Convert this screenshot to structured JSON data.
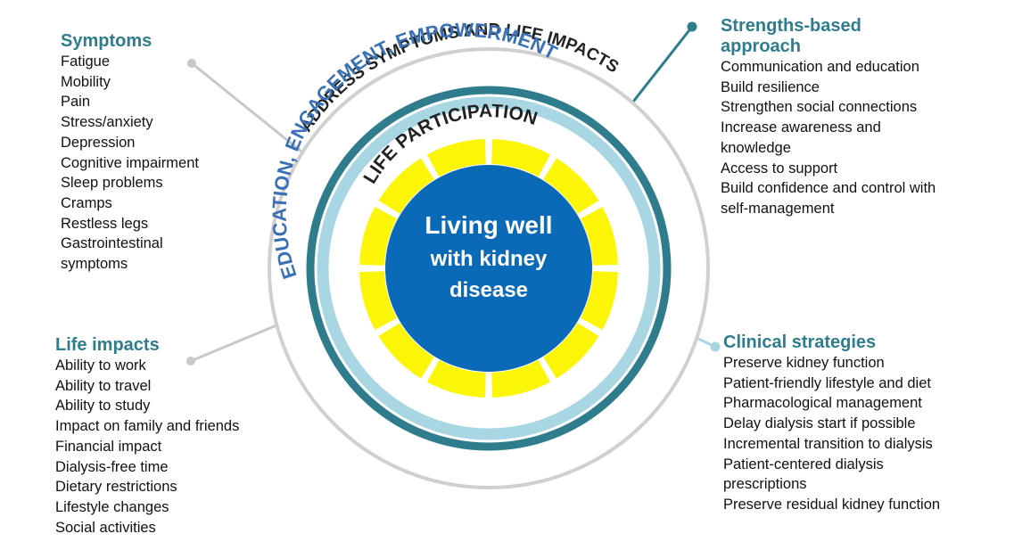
{
  "center": {
    "lines": [
      "Living well",
      "with kidney",
      "disease"
    ]
  },
  "rings": {
    "outer_label": "ADDRESS SYMPTOMS AND LIFE IMPACTS",
    "middle_label": "EDUCATION, ENGAGEMENT, EMPOWERMENT",
    "inner_label": "LIFE PARTICIPATION"
  },
  "symptoms": {
    "title": "Symptoms",
    "items": [
      "Fatigue",
      "Mobility",
      "Pain",
      "Stress/anxiety",
      "Depression",
      "Cognitive impairment",
      "Sleep problems",
      "Cramps",
      "Restless legs",
      "Gastrointestinal",
      "symptoms"
    ]
  },
  "life_impacts": {
    "title": "Life impacts",
    "items": [
      "Ability to work",
      "Ability to travel",
      "Ability to study",
      "Impact on family and friends",
      "Financial impact",
      "Dialysis-free time",
      "Dietary restrictions",
      "Lifestyle changes",
      "Social activities"
    ]
  },
  "strengths": {
    "title_lines": [
      "Strengths-based",
      "approach"
    ],
    "items": [
      "Communication and education",
      "Build resilience",
      "Strengthen social connections",
      "Increase awareness and",
      "knowledge",
      "Access to support",
      "Build confidence and control with",
      "self-management"
    ]
  },
  "clinical": {
    "title": "Clinical strategies",
    "items": [
      "Preserve kidney function",
      "Patient-friendly lifestyle and diet",
      "Pharmacological management",
      "Delay dialysis start if possible",
      "Incremental transition to dialysis",
      "Patient-centered dialysis",
      "prescriptions",
      "Preserve residual kidney function"
    ]
  },
  "colors": {
    "center_fill": "#0b6ab8",
    "yellow_segments": "#fbf507",
    "dark_teal_ring": "#2f7d8c",
    "light_blue_ring": "#a9d6e3",
    "grey_ring": "#d0d0d0",
    "heading_teal": "#2f7d8c",
    "middle_label_blue": "#3a70b5",
    "dark_label": "#222222"
  }
}
